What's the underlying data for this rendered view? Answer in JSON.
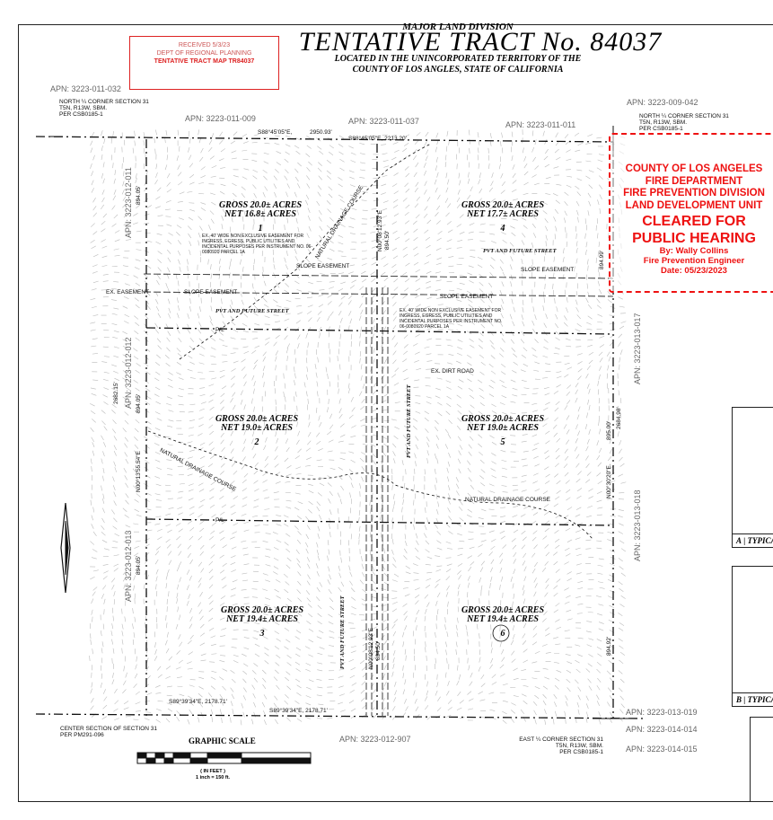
{
  "header": {
    "division": "MAJOR LAND DIVISION",
    "title": "TENTATIVE TRACT No. 84037",
    "location_line1": "LOCATED IN THE UNINCORPORATED TERRITORY OF THE",
    "location_line2": "COUNTY OF LOS ANGLES, STATE OF CALIFORNIA"
  },
  "received_stamp": {
    "line1": "RECEIVED 5/3/23",
    "line2": "DEPT OF REGIONAL PLANNING",
    "line3": "TENTATIVE TRACT MAP TR84037",
    "color": "#dd2222"
  },
  "fire_stamp": {
    "line1": "COUNTY OF LOS ANGELES",
    "line2": "FIRE DEPARTMENT",
    "line3": "FIRE PREVENTION DIVISION",
    "line4": "LAND DEVELOPMENT UNIT",
    "status1": "CLEARED FOR",
    "status2": "PUBLIC HEARING",
    "by": "By: Wally Collins",
    "role": "Fire Prevention Engineer",
    "date": "Date: 05/23/2023",
    "color": "#ee1111"
  },
  "apns": {
    "nw": "APN: 3223-011-032",
    "n1": "APN: 3223-011-009",
    "n2": "APN: 3223-011-037",
    "n3": "APN: 3223-011-011",
    "ne": "APN: 3223-009-042",
    "w1": "APN: 3223-012-011",
    "w2": "APN: 3223-012-012",
    "w3": "APN: 3223-012-013",
    "e1": "APN: 3223-013-017",
    "e2": "APN: 3223-013-018",
    "s": "APN: 3223-012-907",
    "se1": "APN: 3223-013-019",
    "se2": "APN: 3223-014-014",
    "se3": "APN: 3223-014-015"
  },
  "corners": {
    "nw": [
      "NORTH ¼ CORNER SECTION 31",
      "T5N, R13W, SBM.",
      "PER CSB0185-1"
    ],
    "ne": [
      "NORTH ¼ CORNER SECTION 31",
      "T5N, R13W, SBM.",
      "PER CSB0185-1"
    ],
    "sw": [
      "CENTER SECTION OF SECTION 31",
      "PER PM291-096"
    ],
    "se": [
      "EAST ¼ CORNER SECTION 31",
      "T5N, R13W, SBM.",
      "PER CSB0185-1"
    ]
  },
  "bearings": {
    "north1": "S88°45'05\"E,",
    "north1_dist": "2950.93'",
    "north2": "S88°45'05\"E, 2213.20'",
    "south1": "S89°39'34\"E, 2178.71'",
    "south2": "S89°39'34\"E, 2178.71'",
    "west_dist1": "894.05'",
    "west_dist2": "2682.15'",
    "west_dist3": "894.05'",
    "west_bearing": "N00°13'55.54\"E",
    "west_dist4": "894.05'",
    "center_bearing": "N00°08'12.93\"E",
    "center_dist": "894.50'",
    "center_bearing2": "N00°08'12.93\"E",
    "center_dist2": "894.50'",
    "east_dist1": "894.99'",
    "east_dist2": "2684.98'",
    "east_dist3": "895.00'",
    "east_bearing": "N00°30'20\"E.",
    "east_dist4": "894.92'"
  },
  "lots": [
    {
      "number": "1",
      "gross": "GROSS 20.0± ACRES",
      "net": "NET 16.8± ACRES"
    },
    {
      "number": "2",
      "gross": "GROSS 20.0± ACRES",
      "net": "NET 19.0± ACRES"
    },
    {
      "number": "3",
      "gross": "GROSS 20.0± ACRES",
      "net": "NET 19.4± ACRES"
    },
    {
      "number": "4",
      "gross": "GROSS 20.0± ACRES",
      "net": "NET 17.7± ACRES"
    },
    {
      "number": "5",
      "gross": "GROSS 20.0± ACRES",
      "net": "NET 19.0± ACRES"
    },
    {
      "number": "6",
      "gross": "GROSS 20.0± ACRES",
      "net": "NET 19.4± ACRES"
    }
  ],
  "notes": {
    "easement": "EX. 40' WIDE NON EXCLUSIVE EASEMENT FOR INGRESS, EGRESS, PUBLIC UTILITIES AND INCIDENTAL PURPOSES PER INSTRUMENT NO. 06-0080920 PARCEL 1A",
    "street": "PVT AND FUTURE STREET",
    "slope": "SLOPE EASEMENT",
    "drainage": "NATURAL DRAINAGE COURSE",
    "dirt_road": "EX. DIRT ROAD",
    "ex_easement": "EX. EASEMENT",
    "pl": "P/L"
  },
  "scale": {
    "title": "GRAPHIC SCALE",
    "unit": "( IN FEET )",
    "ratio": "1 inch = 150 ft."
  },
  "details": [
    {
      "letter": "A",
      "caption": "TYPICAL"
    },
    {
      "letter": "B",
      "caption": "TYPICAL"
    }
  ]
}
